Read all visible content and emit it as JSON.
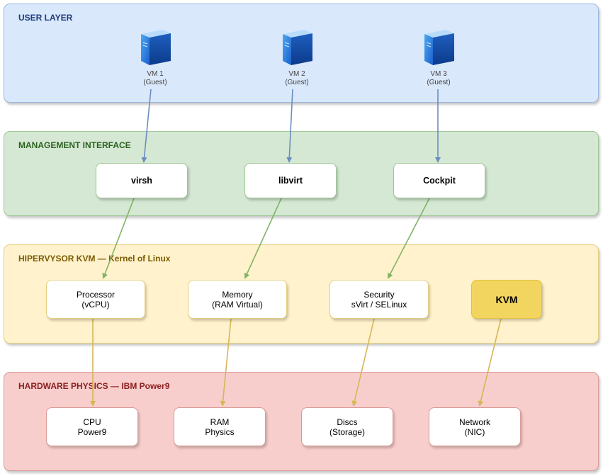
{
  "layers": {
    "user": {
      "title": "USER LAYER"
    },
    "management": {
      "title": "MANAGEMENT INTERFACE"
    },
    "hypervisor": {
      "title": "HIPERVYSOR KVM — Kernel of Linux"
    },
    "hardware": {
      "title": "HARDWARE PHYSICS — IBM Power9"
    }
  },
  "vms": [
    {
      "name": "VM 1",
      "role": "(Guest)"
    },
    {
      "name": "VM 2",
      "role": "(Guest)"
    },
    {
      "name": "VM 3",
      "role": "(Guest)"
    }
  ],
  "management": [
    {
      "label": "virsh"
    },
    {
      "label": "libvirt"
    },
    {
      "label": "Cockpit"
    }
  ],
  "hypervisor": [
    {
      "line1": "Processor",
      "line2": "(vCPU)"
    },
    {
      "line1": "Memory",
      "line2": "(RAM Virtual)"
    },
    {
      "line1": "Security",
      "line2": "sVirt / SELinux"
    },
    {
      "line1": "KVM",
      "line2": ""
    }
  ],
  "hardware": [
    {
      "line1": "CPU",
      "line2": "Power9"
    },
    {
      "line1": "RAM",
      "line2": "Physics"
    },
    {
      "line1": "Discs",
      "line2": "(Storage)"
    },
    {
      "line1": "Network",
      "line2": "(NIC)"
    }
  ],
  "colors": {
    "arrow_user_to_mgmt": "#6c8ebf",
    "arrow_mgmt_to_hyp": "#82b366",
    "arrow_hyp_to_hw": "#d6b656"
  },
  "icons": {
    "vm": "server-icon"
  }
}
